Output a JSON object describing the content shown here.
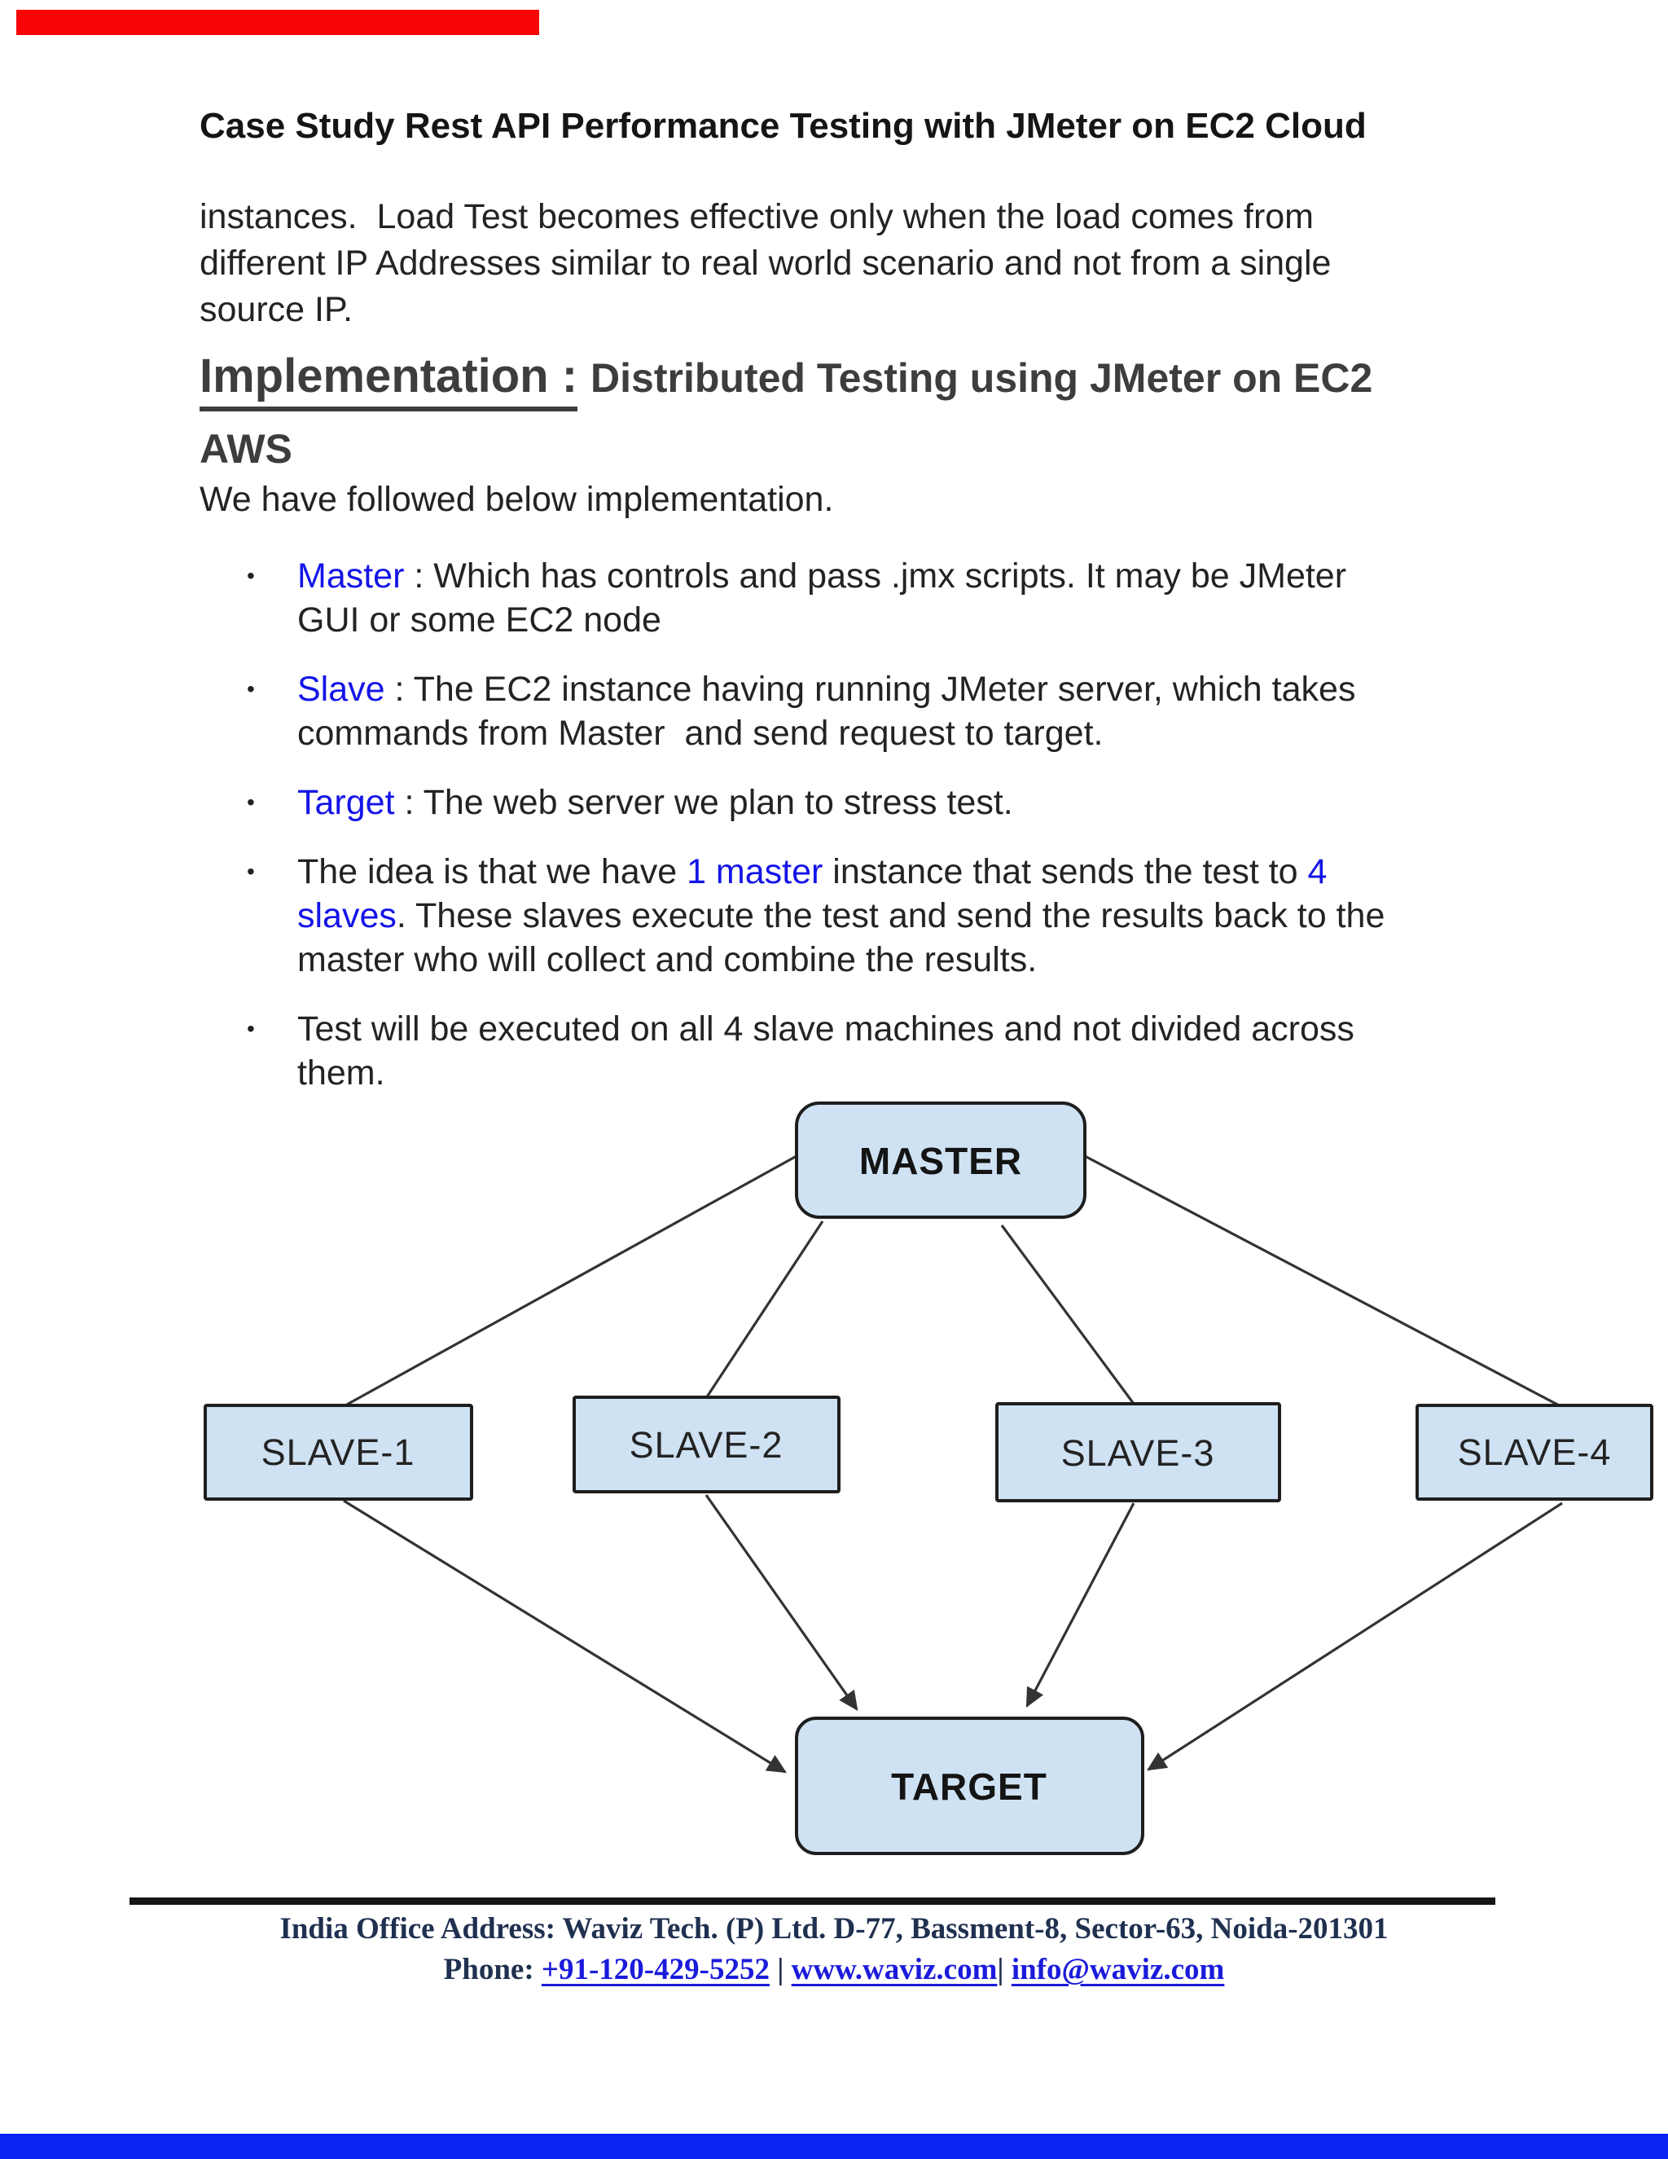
{
  "page": {
    "title": "Case Study Rest API Performance Testing with JMeter on EC2 Cloud",
    "intro": "instances.  Load Test becomes effective only when the load comes from\ndifferent IP Addresses similar to real world scenario and not from a single\nsource IP.",
    "heading": {
      "main": "Implementation :",
      "sub": "Distributed Testing using JMeter on EC2",
      "sub2": "AWS"
    },
    "lead": "We have followed below implementation.",
    "bullets": [
      {
        "segments": [
          {
            "t": "Master",
            "b": true
          },
          {
            "t": " : Which has controls and pass .jmx scripts. It may be JMeter\nGUI or some EC2 node",
            "b": false
          }
        ]
      },
      {
        "segments": [
          {
            "t": "Slave",
            "b": true
          },
          {
            "t": " : The EC2 instance having running JMeter server, which takes\ncommands from Master  and send request to target.",
            "b": false
          }
        ]
      },
      {
        "segments": [
          {
            "t": "Target",
            "b": true
          },
          {
            "t": " : The web server we plan to stress test.",
            "b": false
          }
        ]
      },
      {
        "segments": [
          {
            "t": "The idea is that we have ",
            "b": false
          },
          {
            "t": "1 master",
            "b": true
          },
          {
            "t": " instance that sends the test to ",
            "b": false
          },
          {
            "t": "4\nslaves",
            "b": true
          },
          {
            "t": ". These slaves execute the test and send the results back to the\nmaster who will collect and combine the results.",
            "b": false
          }
        ]
      },
      {
        "segments": [
          {
            "t": "Test will be executed on all 4 slave machines and not divided across\nthem.",
            "b": false
          }
        ]
      }
    ]
  },
  "diagram": {
    "box_fill": "#cfe2f3",
    "box_border": "#1e1e1e",
    "boxes": [
      {
        "id": "master",
        "label": "MASTER"
      },
      {
        "id": "slave-1",
        "label": "SLAVE-1"
      },
      {
        "id": "slave-2",
        "label": "SLAVE-2"
      },
      {
        "id": "slave-3",
        "label": "SLAVE-3"
      },
      {
        "id": "slave-4",
        "label": "SLAVE-4"
      },
      {
        "id": "target",
        "label": "TARGET"
      }
    ]
  },
  "footer": {
    "address": "India Office Address: Waviz Tech. (P) Ltd.  D-77, Bassment-8, Sector-63, Noida-201301",
    "contacts": [
      {
        "t": "Phone: ",
        "link": false
      },
      {
        "t": "+91-120-429-5252",
        "link": true,
        "name": "phone-link"
      },
      {
        "t": " | ",
        "link": false
      },
      {
        "t": "www.waviz.com",
        "link": true,
        "name": "website-link"
      },
      {
        "t": "|  ",
        "link": false
      },
      {
        "t": "info@waviz.com",
        "link": true,
        "name": "email-link"
      }
    ]
  },
  "decorations": {
    "top_bar_color": "#f90406",
    "bottom_bar_color": "#0b23f3"
  },
  "colors": {
    "accent_blue_text": "#1414e8",
    "link_blue": "#1b1bdb",
    "footer_navy": "#1f3050",
    "node_fill": "#cfe2f3"
  }
}
